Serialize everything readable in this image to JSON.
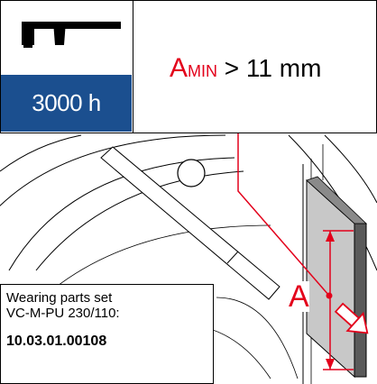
{
  "icon": {
    "name": "caliper-icon"
  },
  "service_interval": "3000 h",
  "spec": {
    "symbol": "A",
    "subscript": "MIN",
    "rest": " > 11 mm"
  },
  "parts_box": {
    "line1": "Wearing parts set",
    "line2": "VC-M-PU 230/110:",
    "part_number": "10.03.01.00108"
  },
  "dimension_label": "A",
  "colors": {
    "accent_red": "#e3001b",
    "panel_blue": "#1b4f8f",
    "vane_gray": "#c8c8c8",
    "vane_dark": "#5a5a5a"
  }
}
